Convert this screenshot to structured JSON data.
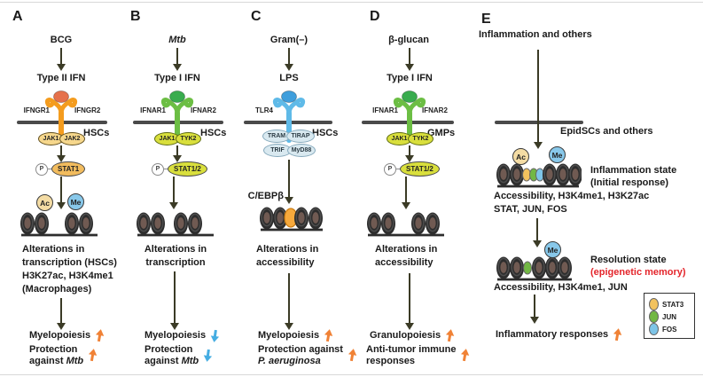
{
  "colors": {
    "dark_arrow": "#3B3B26",
    "membrane": "#4A4A4A",
    "up": "#F08236",
    "down": "#45ADE2",
    "red": "#E4252B",
    "a_receptor": "#F49C1E",
    "a_ligand": "#E5714B",
    "a_kinase": "#F6D78C",
    "a_stat": "#F2BC5E",
    "bd_receptor": "#6CBE44",
    "bd_ligand": "#39AC4E",
    "bd_kinase": "#D9DF3C",
    "c_receptor": "#5FBAE8",
    "c_ligand": "#3E9EDC",
    "c_adapter": "#D9E9F0",
    "c_egg": "#F6A93C",
    "ac_fill": "#F4DCA4",
    "me_fill": "#88C8EA",
    "nucleosome": "#2D2D2D"
  },
  "a": {
    "letter": "A",
    "stimulus": "BCG",
    "mediator": "Type II IFN",
    "receptor_left": "IFNGR1",
    "receptor_right": "IFNGR2",
    "kinase1": "JAK1",
    "kinase2": "JAK2",
    "cell": "HSCs",
    "p": "P",
    "stat": "STAT1",
    "ac": "Ac",
    "me": "Me",
    "alterations": "Alterations in\ntranscription (HSCs)\nH3K27ac, H3K4me1\n(Macrophages)",
    "outcome1": "Myelopoiesis",
    "outcome2_line1": "Protection",
    "outcome2_line2": "against",
    "outcome2_italic": "Mtb"
  },
  "b": {
    "letter": "B",
    "stimulus": "Mtb",
    "mediator": "Type I IFN",
    "receptor_left": "IFNAR1",
    "receptor_right": "IFNAR2",
    "kinase1": "JAK1",
    "kinase2": "TYK2",
    "cell": "HSCs",
    "p": "P",
    "stat": "STAT1/2",
    "alterations": "Alterations in\ntranscription",
    "outcome1": "Myelopoiesis",
    "outcome2_line1": "Protection",
    "outcome2_line2": "against",
    "outcome2_italic": "Mtb"
  },
  "c": {
    "letter": "C",
    "stimulus": "Gram(–)",
    "mediator": "LPS",
    "receptor": "TLR4",
    "cell": "HSCs",
    "adapter1": "TRAM",
    "adapter2": "TIRAP",
    "adapter3": "TRIF",
    "adapter4": "MyD88",
    "tf": "C/EBPβ",
    "alterations": "Alterations in\naccessibility",
    "outcome1": "Myelopoiesis",
    "outcome2_line1": "Protection against",
    "outcome2_italic": "P. aeruginosa"
  },
  "d": {
    "letter": "D",
    "stimulus": "β-glucan",
    "mediator": "Type I IFN",
    "receptor_left": "IFNAR1",
    "receptor_right": "IFNAR2",
    "kinase1": "JAK1",
    "kinase2": "TYK2",
    "cell": "GMPs",
    "p": "P",
    "stat": "STAT1/2",
    "alterations": "Alterations in\naccessibility",
    "outcome1": "Granulopoiesis",
    "outcome2_line1": "Anti-tumor immune",
    "outcome2_line2": "responses"
  },
  "e": {
    "letter": "E",
    "stimulus": "Inflammation and others",
    "cell": "EpidSCs and others",
    "ac": "Ac",
    "me": "Me",
    "state1_line1": "Inflammation state",
    "state1_line2": "(Initial response)",
    "marks1": "Accessibility, H3K4me1, H3K27ac\nSTAT, JUN, FOS",
    "state2_line1": "Resolution state",
    "state2_line2": "(epigenetic memory)",
    "marks2": "Accessibility, H3K4me1, JUN",
    "outcome1": "Inflammatory responses",
    "legend": [
      {
        "label": "STAT3",
        "color": "#F2C25E"
      },
      {
        "label": "JUN",
        "color": "#72B844"
      },
      {
        "label": "FOS",
        "color": "#7EC5E8"
      }
    ]
  }
}
